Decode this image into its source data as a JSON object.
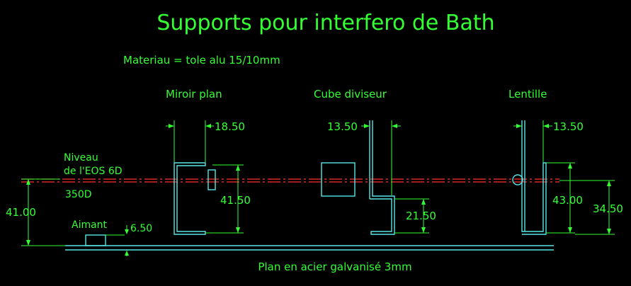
{
  "title": "Supports pour interfero de Bath",
  "subtitle": "Materiau = tole alu 15/10mm",
  "parts": {
    "miroir": "Miroir plan",
    "cube": "Cube diviseur",
    "lentille": "Lentille"
  },
  "niveau": {
    "line1": "Niveau",
    "line2": "de l'EOS 6D",
    "line3": "350D"
  },
  "aimant": "Aimant",
  "plan": "Plan en acier galvanisé 3mm",
  "dimensions": {
    "d1850": "18.50",
    "d1350a": "13.50",
    "d1350b": "13.50",
    "d4150": "41.50",
    "d2150": "21.50",
    "d4300": "43.00",
    "d3450": "34.50",
    "d4100": "41.00",
    "d650": "6.50"
  },
  "colors": {
    "text": "#33ff33",
    "part": "#55e6e6",
    "axis": "#ff3030",
    "background": "#000000"
  }
}
